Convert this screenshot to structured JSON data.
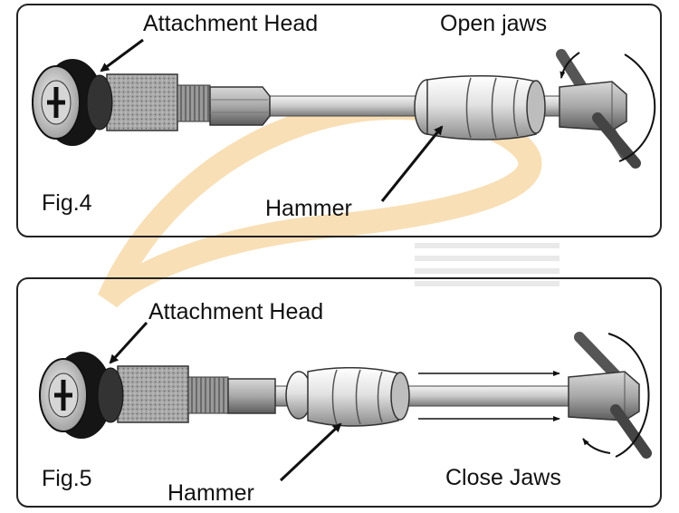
{
  "fig4": {
    "label_attachment": "Attachment Head",
    "label_open": "Open jaws",
    "label_hammer": "Hammer",
    "label_fig": "Fig.4"
  },
  "fig5": {
    "label_attachment": "Attachment Head",
    "label_hammer": "Hammer",
    "label_close": "Close Jaws",
    "label_fig": "Fig.5"
  },
  "colors": {
    "panel_stroke": "#222222",
    "metal_light": "#e6e6e6",
    "metal_mid": "#b9b9b9",
    "metal_dark": "#6e6e6e",
    "wheel_black": "#151515",
    "watermark": "#f3c57a"
  },
  "icons": {
    "hammer": "slide-hammer-weight",
    "head": "attachment-head-disc",
    "handle": "t-handle"
  }
}
